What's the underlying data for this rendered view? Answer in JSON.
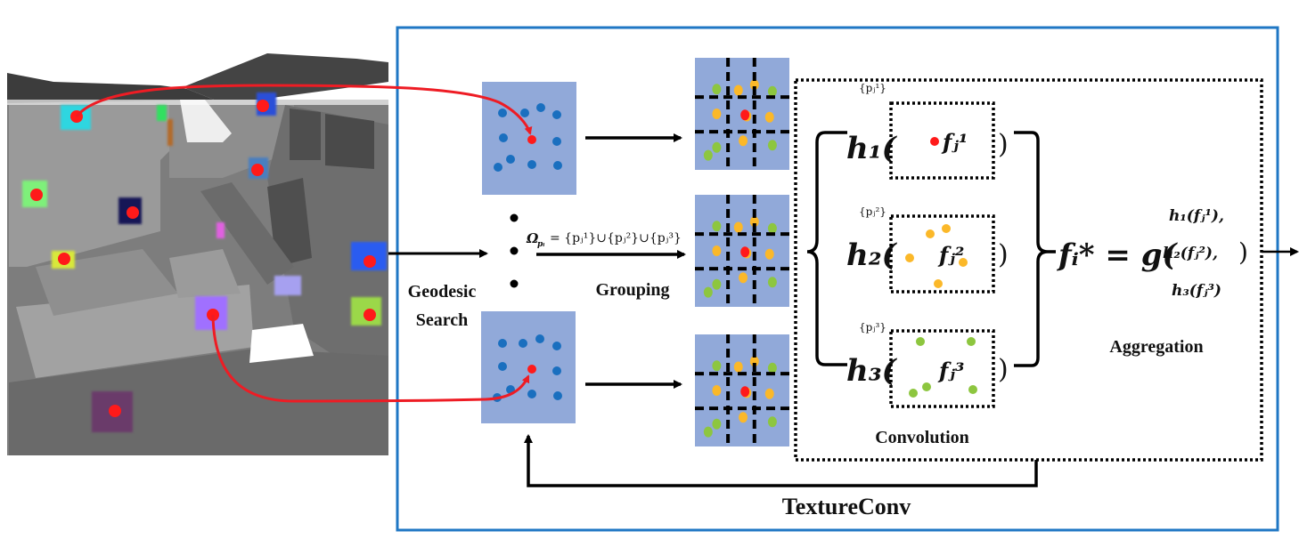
{
  "title": "TextureConv",
  "colors": {
    "frame": "#1f77c4",
    "panel": "#91a9d9",
    "neighbor_dot": "#1a6fbf",
    "center_dot": "#ff1a1a",
    "ring1_dot": "#8dc63f",
    "ring2_dot": "#fbb829",
    "curve": "#ee1c24",
    "scene_bg": "#8a8a8a"
  },
  "scene": {
    "description": "3D mesh of indoor room with color-coded texture patches and red sample points",
    "patches": [
      {
        "color": "#2fd6e0"
      },
      {
        "color": "#33e060"
      },
      {
        "color": "#2a4fd8"
      },
      {
        "color": "#4a7fc0"
      },
      {
        "color": "#7ef07a"
      },
      {
        "color": "#161456"
      },
      {
        "color": "#d8e83a"
      },
      {
        "color": "#2a5cf0"
      },
      {
        "color": "#9bd84a"
      },
      {
        "color": "#a070ff"
      },
      {
        "color": "#6a3a6a"
      },
      {
        "color": "#a6a0f0"
      },
      {
        "color": "#e060e0"
      }
    ]
  },
  "labels": {
    "geodesic_search_line1": "Geodesic",
    "geodesic_search_line2": "Search",
    "grouping": "Grouping",
    "convolution": "Convolution",
    "aggregation": "Aggregation",
    "textureconv": "TextureConv"
  },
  "equations": {
    "omega_lhs": "Ω",
    "omega_sub": "pᵢ",
    "omega_rhs": "= {pⱼ¹}∪{pⱼ²}∪{pⱼ³}",
    "set1": "{pⱼ¹}",
    "set2": "{pⱼ²}",
    "set3": "{pⱼ³}",
    "h1": "h₁(",
    "h2": "h₂(",
    "h3": "h₃(",
    "close_paren": ")",
    "f1": "fⱼ¹",
    "f2": "fⱼ²",
    "f3": "fⱼ³",
    "agg_lhs": "fᵢ* = g(",
    "agg_h1": "h₁(fⱼ¹),",
    "agg_h2": "h₂(fⱼ²),",
    "agg_h3": "h₃(fⱼ³)",
    "agg_close": ")"
  },
  "ellipsis_dots": 3
}
